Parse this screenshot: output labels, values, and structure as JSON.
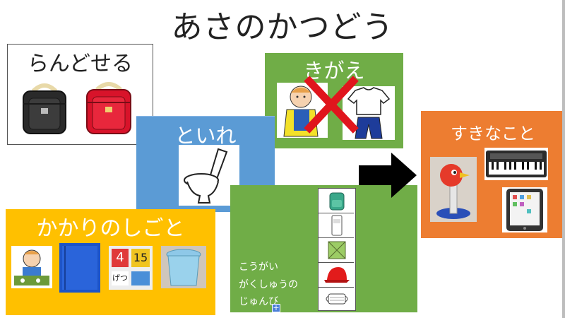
{
  "slide": {
    "title": "あさのかつどう"
  },
  "cards": {
    "randoseru": {
      "label": "らんどせる"
    },
    "kigae": {
      "label": "きがえ"
    },
    "toire": {
      "label": "といれ"
    },
    "kakari": {
      "label": "かかりのしごと"
    },
    "koogai": {
      "lines": [
        "こうがい",
        "がくしゅうの",
        "じゅんび"
      ]
    },
    "suki": {
      "label": "すきなこと"
    }
  },
  "icons": {
    "backpacks": [
      "black-school-bag",
      "red-school-bag"
    ],
    "kigae": [
      "child-changing-clothes",
      "cross-mark",
      "shirt-and-pants"
    ],
    "toire": [
      "toilet"
    ],
    "kakari": [
      "child-eating-lunch",
      "blue-folder",
      "calendar-cards",
      "blue-trash-bin"
    ],
    "koogai": [
      "green-backpack",
      "water-bottle",
      "lunch-cloth",
      "red-cap",
      "face-mask"
    ],
    "suki": [
      "bird-toy",
      "keyboard",
      "tablet"
    ],
    "arrow": "right-arrow"
  },
  "colors": {
    "kigae_bg": "#70ad47",
    "toire_bg": "#5b9bd5",
    "kakari_bg": "#ffc000",
    "suki_bg": "#ed7d31",
    "cross": "#e0151d"
  },
  "calendar": {
    "numbers": [
      "4",
      "15"
    ],
    "day": "げつ"
  }
}
